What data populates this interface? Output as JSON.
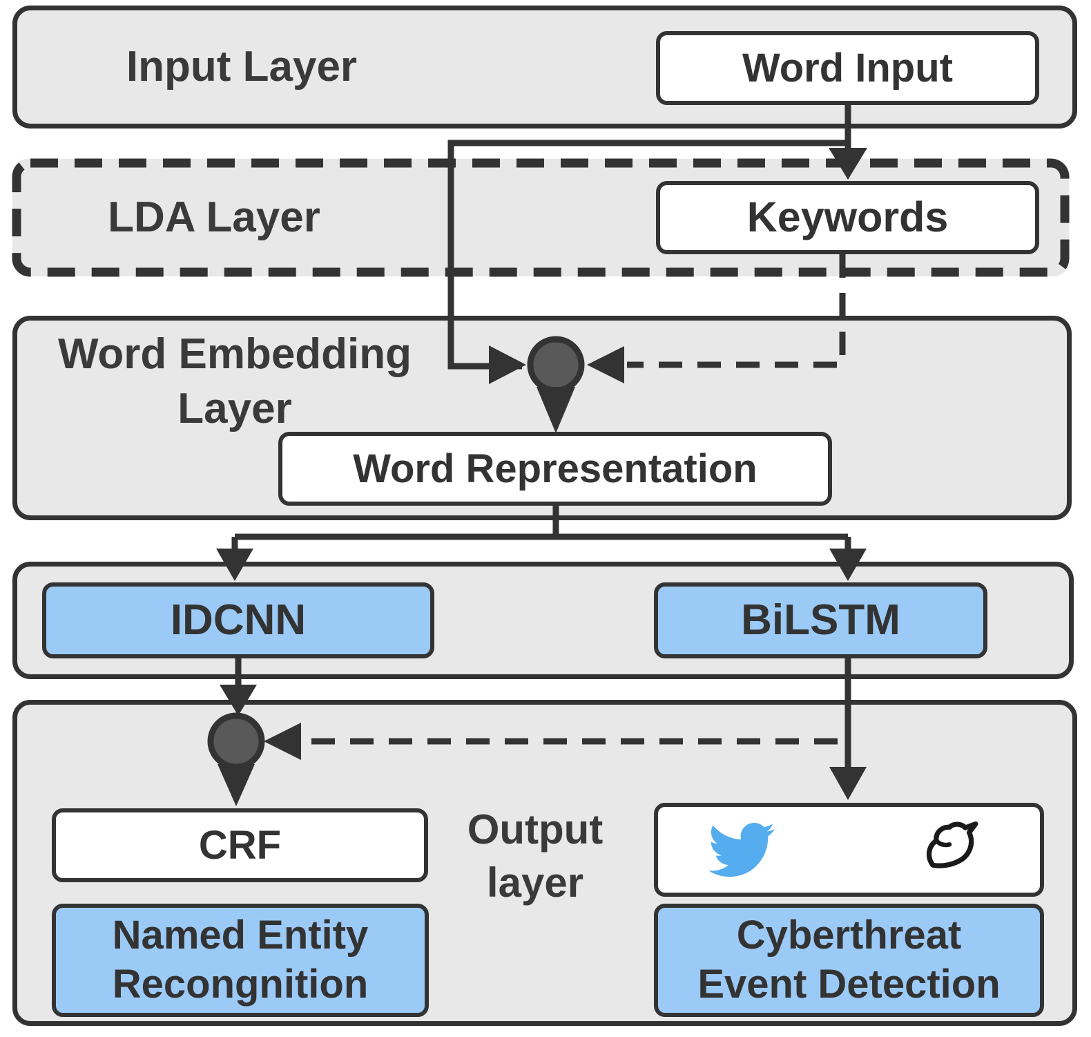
{
  "colors": {
    "ink": "#333333",
    "layer_fill": "#e8e8e8",
    "node_blue": "#9ccaf7",
    "junction": "#595959",
    "twitter": "#55acee",
    "white": "#ffffff"
  },
  "layers": {
    "input": {
      "label": "Input Layer"
    },
    "lda": {
      "label": "LDA Layer"
    },
    "word_embedding": {
      "label": "Word Embedding\nLayer"
    },
    "output": {
      "label": "Output\nlayer"
    }
  },
  "nodes": {
    "word_input": {
      "label": "Word Input"
    },
    "keywords": {
      "label": "Keywords"
    },
    "word_representation": {
      "label": "Word Representation"
    },
    "idcnn": {
      "label": "IDCNN"
    },
    "bilstm": {
      "label": "BiLSTM"
    },
    "crf": {
      "label": "CRF"
    },
    "named_entity_recognition": {
      "label": "Named Entity\nRecongnition"
    },
    "cyberthreat_event_detection": {
      "label": "Cyberthreat\nEvent Detection"
    },
    "twitter_output": {
      "icons": [
        "twitter-bird-filled-icon",
        "twitter-bird-outline-icon"
      ]
    }
  }
}
